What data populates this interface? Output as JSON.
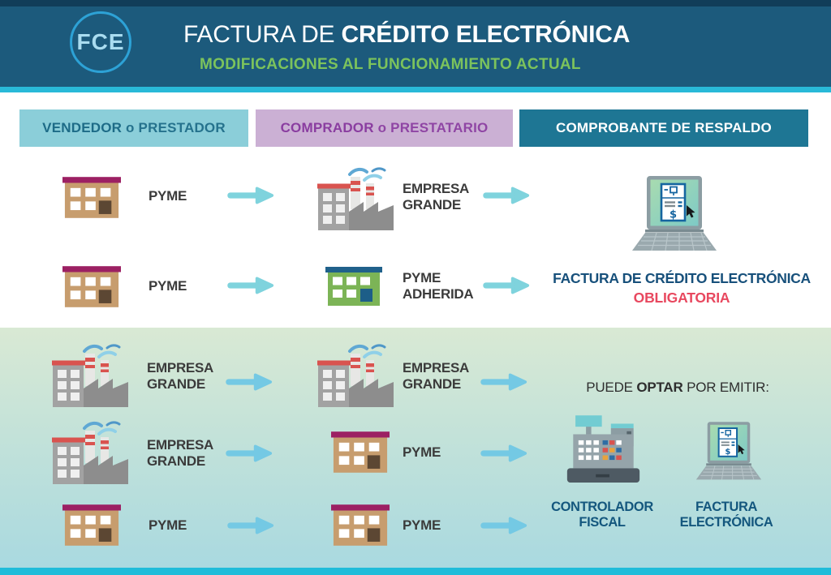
{
  "header": {
    "logo_text": "FCE",
    "title_regular": "FACTURA DE ",
    "title_bold": "CRÉDITO ELECTRÓNICA",
    "subtitle": "MODIFICACIONES AL FUNCIONAMIENTO ACTUAL"
  },
  "column_headers": [
    {
      "bold": "VENDEDOR",
      "rest": "o PRESTADOR"
    },
    {
      "bold": "COMPRADOR",
      "rest": "o PRESTATARIO"
    },
    {
      "bold": "COMPROBANTE DE RESPALDO",
      "rest": ""
    }
  ],
  "mandatory_section": {
    "rows": [
      {
        "seller": {
          "label": "PYME",
          "icon": "pyme-building-icon"
        },
        "buyer": {
          "label": "EMPRESA GRANDE",
          "icon": "large-company-factory-icon"
        }
      },
      {
        "seller": {
          "label": "PYME",
          "icon": "pyme-building-icon"
        },
        "buyer": {
          "label": "PYME ADHERIDA",
          "icon": "adhered-pyme-building-icon"
        }
      }
    ],
    "result": {
      "icon": "laptop-electronic-invoice-icon",
      "line1": "FACTURA DE CRÉDITO ELECTRÓNICA",
      "line2": "OBLIGATORIA"
    }
  },
  "optional_section": {
    "rows": [
      {
        "seller": {
          "label": "EMPRESA GRANDE",
          "icon": "large-company-factory-icon"
        },
        "buyer": {
          "label": "EMPRESA GRANDE",
          "icon": "large-company-factory-icon"
        }
      },
      {
        "seller": {
          "label": "EMPRESA GRANDE",
          "icon": "large-company-factory-icon"
        },
        "buyer": {
          "label": "PYME",
          "icon": "pyme-building-icon"
        }
      },
      {
        "seller": {
          "label": "PYME",
          "icon": "pyme-building-icon"
        },
        "buyer": {
          "label": "PYME",
          "icon": "pyme-building-icon"
        }
      }
    ],
    "intro": {
      "pre": "PUEDE ",
      "bold": "OPTAR",
      "post": " POR EMITIR:"
    },
    "options": [
      {
        "label": "CONTROLADOR FISCAL",
        "icon": "fiscal-cash-register-icon"
      },
      {
        "label": "FACTURA ELECTRÓNICA",
        "icon": "laptop-electronic-invoice-icon"
      }
    ]
  },
  "icons": {
    "arrow": "arrow-right-icon",
    "laptop_invoice_glyph": "$"
  },
  "colors": {
    "header_bg": "#1c5a7c",
    "header_top_strip": "#113d59",
    "accent_cyan": "#29b9d8",
    "logo_blue": "#2da2d6",
    "subtitle_green": "#7cc35c",
    "vendor_header_bg": "#8bced9",
    "vendor_header_text": "#1d6b87",
    "buyer_header_bg": "#cbb0d4",
    "buyer_header_text": "#8a3da0",
    "voucher_header_bg": "#1e7694",
    "voucher_header_text": "#ffffff",
    "arrow_top": "#7fd3dd",
    "arrow_bottom": "#74c9e4",
    "label_text": "#3b3b3b",
    "mandatory_blue": "#17507b",
    "obligatoria_red": "#e8485f",
    "option_label_blue": "#14577e",
    "optional_bg_top": "#d9e9d4",
    "optional_bg_bottom": "#a9d9e0",
    "bottom_bar": "#1fbcd9"
  }
}
